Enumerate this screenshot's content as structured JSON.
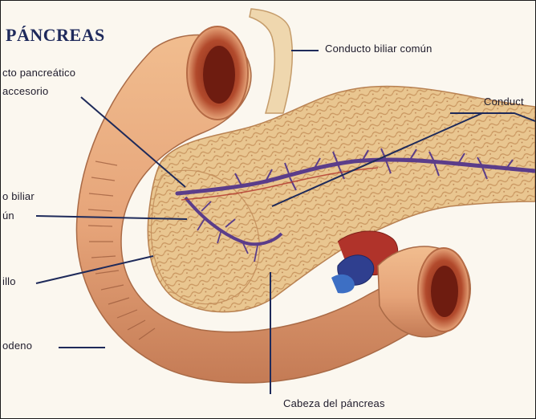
{
  "title": "PÁNCREAS",
  "labels": {
    "common_bile_duct_top": "Conducto biliar común",
    "pancreatic_duct_right": "Conduct",
    "accessory_duct_line1": "cto pancreático",
    "accessory_duct_line2": "accesorio",
    "bile_common_left_line1": "o biliar",
    "bile_common_left_line2": "ún",
    "ampulla_left": "illo",
    "duodenum_left": "odeno",
    "head_of_pancreas": "Cabeza del páncreas"
  },
  "colors": {
    "pancreas": "#e8c48e",
    "duodenum": "#e7a97b",
    "duct": "#5b3d8a",
    "vessel_red": "#b0332a",
    "vessel_blue": "#2f3f8f",
    "lumen": "#a53a25",
    "leader": "#1e2a5a",
    "title": "#1f2a5c"
  }
}
